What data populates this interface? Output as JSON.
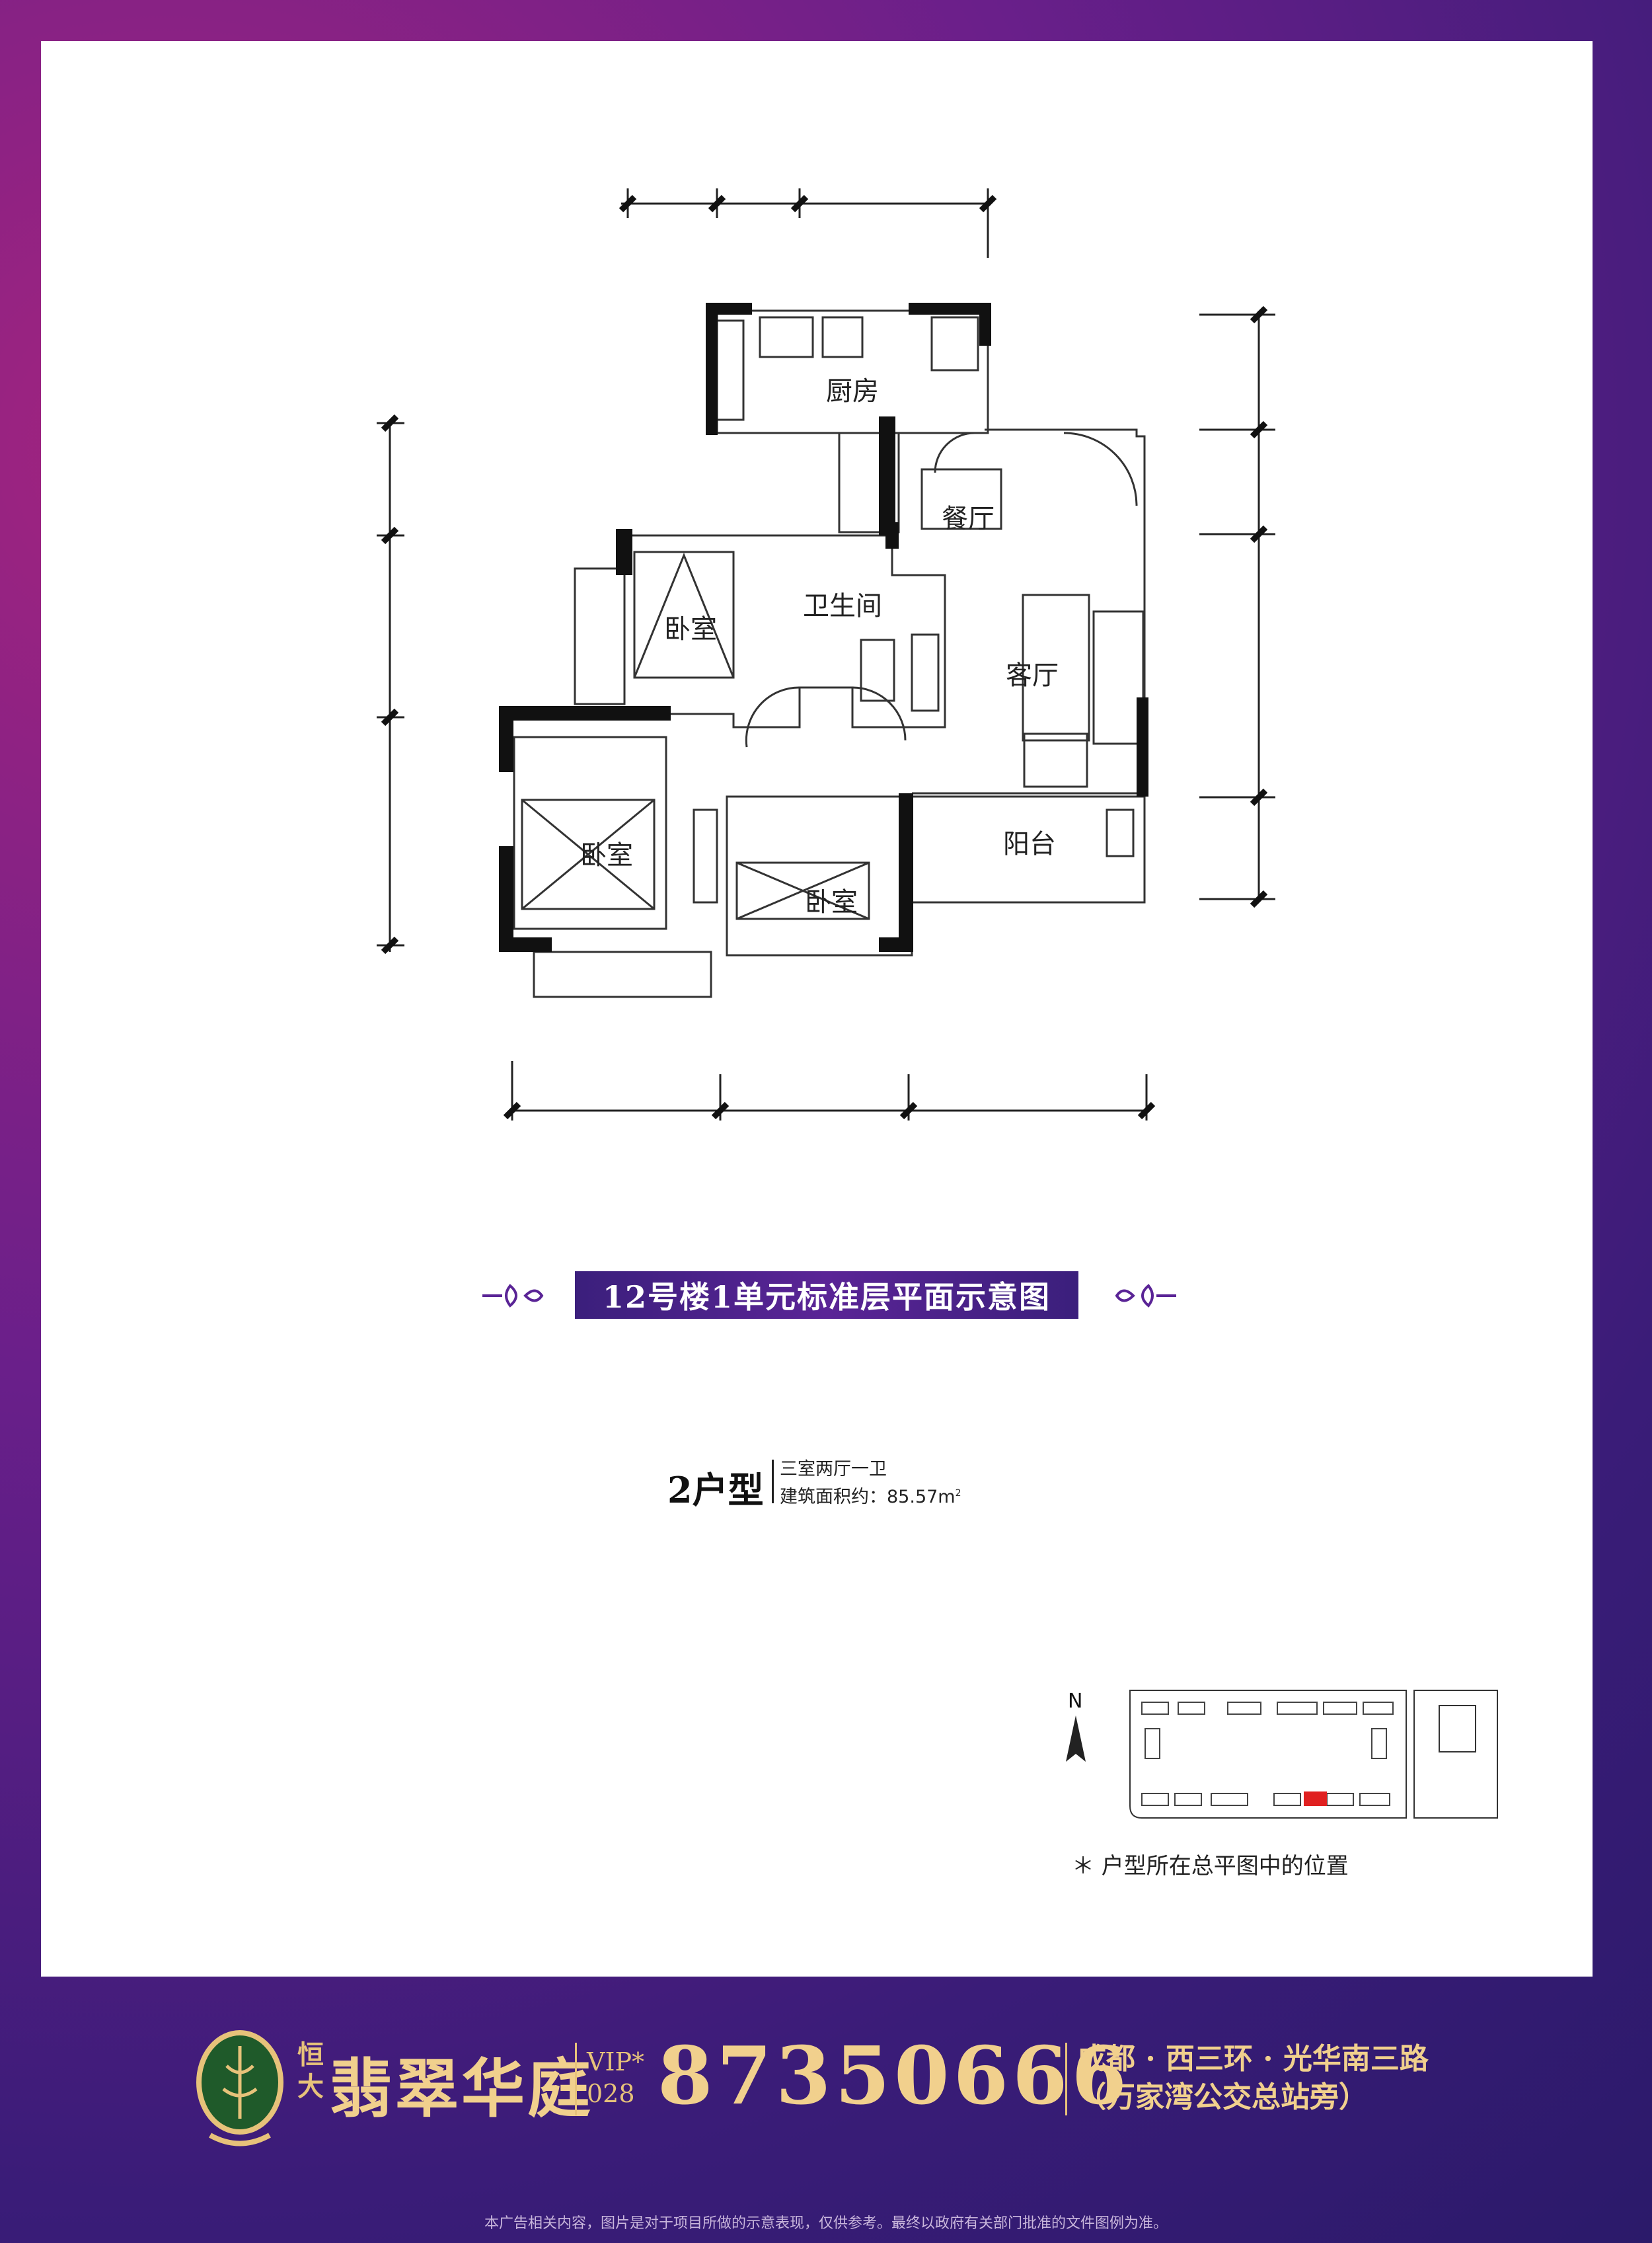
{
  "rooms": {
    "kitchen": "厨房",
    "dining": "餐厅",
    "bathroom": "卫生间",
    "bedroom_1": "卧室",
    "living": "客厅",
    "bedroom_2": "卧室",
    "bedroom_3": "卧室",
    "balcony": "阳台"
  },
  "title": "12号楼1单元标准层平面示意图",
  "unit": {
    "type": "2户型",
    "layout": "三室两厅一卫",
    "area_label": "建筑面积约：",
    "area_value": "85.57m",
    "area_unit_sup": "2"
  },
  "site_plan": {
    "north": "N",
    "caption": "＊  户型所在总平图中的位置"
  },
  "footer": {
    "brand_small": "恒大",
    "brand": "翡翠华庭",
    "vip_label": "VIP",
    "area_code": "028",
    "asterisk": "*",
    "phone": "87350666",
    "address_line1": "成都 · 西三环 · 光华南三路",
    "address_line2": "（万家湾公交总站旁）",
    "disclaimer": "本广告相关内容，图片是对于项目所做的示意表现，仅供参考。最终以政府有关部门批准的文件图例为准。"
  },
  "colors": {
    "panel": "#ffffff",
    "banner": "#3b1f7c",
    "gold": "#f1d08d",
    "highlight": "#e02020"
  }
}
